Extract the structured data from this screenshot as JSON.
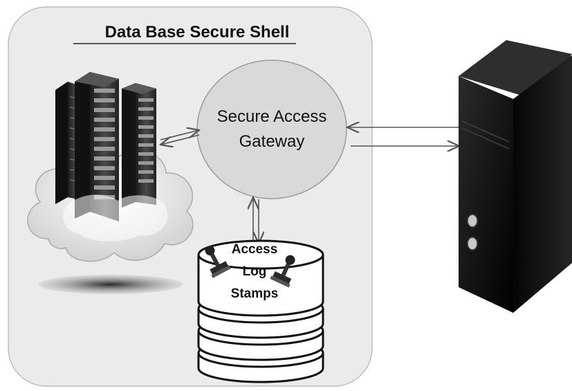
{
  "shell": {
    "title": "Data Base Secure Shell"
  },
  "gateway": {
    "line1": "Secure Access",
    "line2": "Gateway"
  },
  "log_db": {
    "line1": "Access",
    "line2": "Log",
    "line3": "Stamps"
  },
  "icons": {
    "cloud_servers": "server-rack-cloud-icon",
    "client": "server-tower-icon",
    "stamp": "rubber-stamp-icon"
  },
  "colors": {
    "shell_fill": "#ebebeb",
    "gateway_fill": "#d9d9d9",
    "server_fill": "#0d0d0d"
  }
}
